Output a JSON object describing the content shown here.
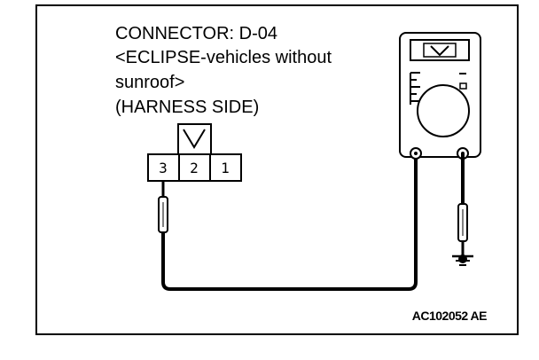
{
  "labels": {
    "line1": "CONNECTOR: D-04",
    "line2": "<ECLIPSE-vehicles without",
    "line3": "sunroof>",
    "line4": "(HARNESS SIDE)"
  },
  "connector": {
    "pins": [
      "3",
      "2",
      "1"
    ]
  },
  "meter": {
    "display_symbol": "V"
  },
  "figure_code": "AC102052 AE"
}
